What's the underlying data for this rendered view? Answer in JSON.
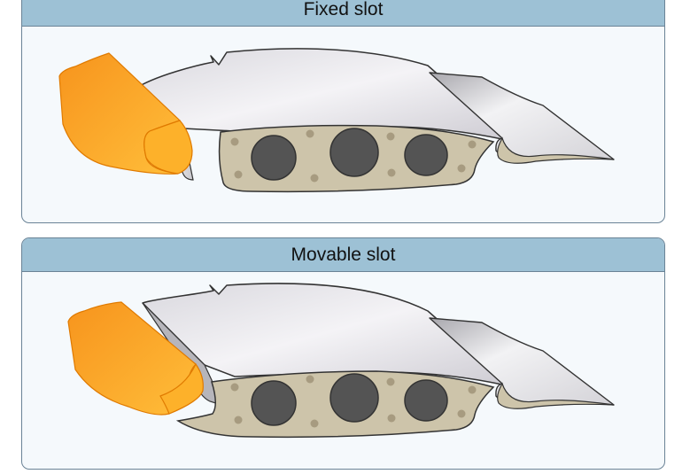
{
  "panels": [
    {
      "title": "Fixed slot",
      "slat_position": "attached"
    },
    {
      "title": "Movable slot",
      "slat_position": "extended"
    }
  ],
  "colors": {
    "header_bg": "#9dc1d5",
    "panel_bg": "#f5f9fc",
    "panel_border": "#6a8396",
    "slat_orange": "#fba623",
    "wing_skin": "#e2e0e6",
    "rib_tan": "#cdc4aa",
    "spar_hole": "#545454"
  }
}
